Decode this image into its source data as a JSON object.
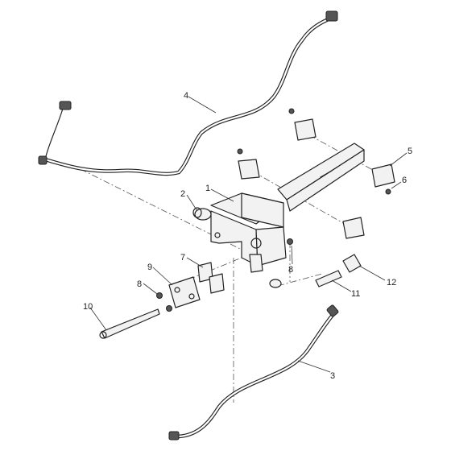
{
  "diagram": {
    "callouts": [
      {
        "id": "callout-1",
        "label": "1"
      },
      {
        "id": "callout-2",
        "label": "2"
      },
      {
        "id": "callout-3",
        "label": "3"
      },
      {
        "id": "callout-4",
        "label": "4"
      },
      {
        "id": "callout-5",
        "label": "5"
      },
      {
        "id": "callout-6",
        "label": "6"
      },
      {
        "id": "callout-7",
        "label": "7"
      },
      {
        "id": "callout-8a",
        "label": "8"
      },
      {
        "id": "callout-8b",
        "label": "8"
      },
      {
        "id": "callout-9",
        "label": "9"
      },
      {
        "id": "callout-10",
        "label": "10"
      },
      {
        "id": "callout-11",
        "label": "11"
      },
      {
        "id": "callout-12",
        "label": "12"
      }
    ]
  }
}
